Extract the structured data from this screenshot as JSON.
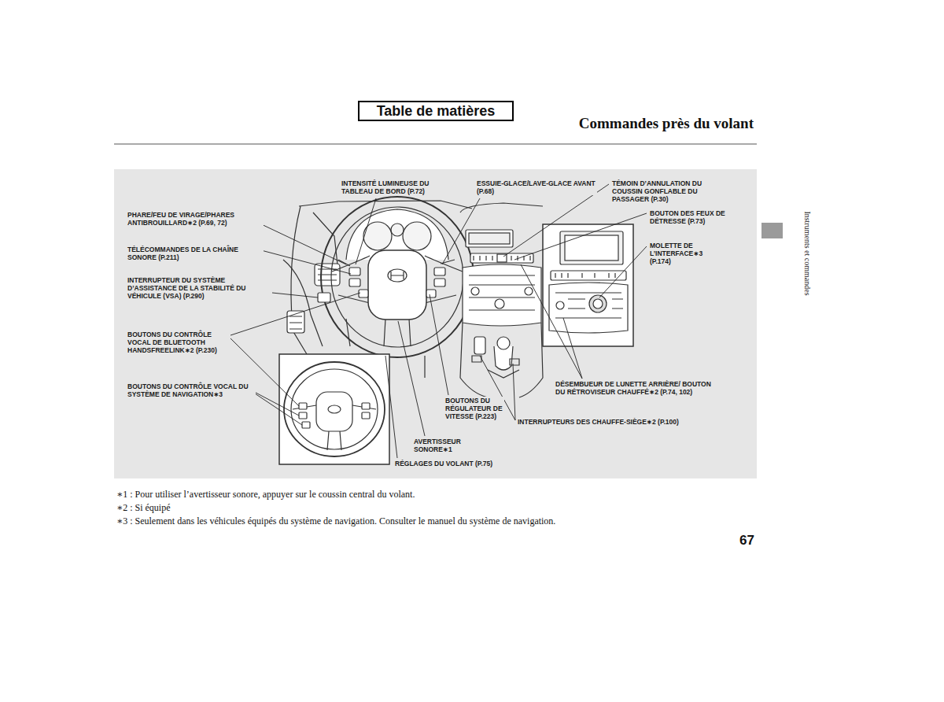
{
  "diagram": {
    "title": "Commandes près du volant",
    "nodes": [
      {
        "text": [
          "Table de matières"
        ]
      }
    ],
    "labels": [
      "INTENSITÉ LUMINEUSE DU TABLEAU DE BORD (P.72)",
      "ESSUIE-GLACE/LAVE-GLACE AVANT (P.68)",
      "TÉMOIN D’ANNULATION DU COUSSIN GONFLABLE DU PASSAGER (P.30)",
      "PHARE/FEU DE VIRAGE/PHARES ANTIBROUILLARD∗2 (P.69, 72)",
      "BOUTON DES FEUX DE DÉTRESSE (P.73)",
      "TÉLÉCOMMANDES DE LA CHAÎNE SONORE (P.211)",
      "MOLETTE DE L’INTERFACE∗3 (P.174)",
      "INTERRUPTEUR DU SYSTÈME D’ASSISTANCE DE LA STABILITÉ DU VÉHICULE (VSA) (P.290)",
      "BOUTONS DU CONTRÔLE VOCAL DE BLUETOOTH HANDSFREELINK∗2 (P.230)",
      "BOUTONS DU CONTRÔLE VOCAL DU SYSTÈME DE NAVIGATION∗3",
      "DÉSEMBUEUR DE LUNETTE ARRIÈRE/ BOUTON DU RÉTROVISEUR CHAUFFÉ∗2 (P.74, 102)",
      "BOUTONS DU RÉGULATEUR DE VITESSE (P.223)",
      "INTERRUPTEURS DES CHAUFFE-SIÈGE∗2 (P.100)",
      "AVERTISSEUR SONORE∗1",
      "RÉGLAGES DU VOLANT (P.75)",
      "∗1 : Pour utiliser l’avertisseur sonore, appuyer sur le coussin central du volant.",
      "∗2 : Si équipé",
      "∗3 : Seulement dans les véhicules équipés du système de navigation. Consulter le manuel du système de navigation.",
      "Instruments et commandes",
      "67"
    ]
  }
}
